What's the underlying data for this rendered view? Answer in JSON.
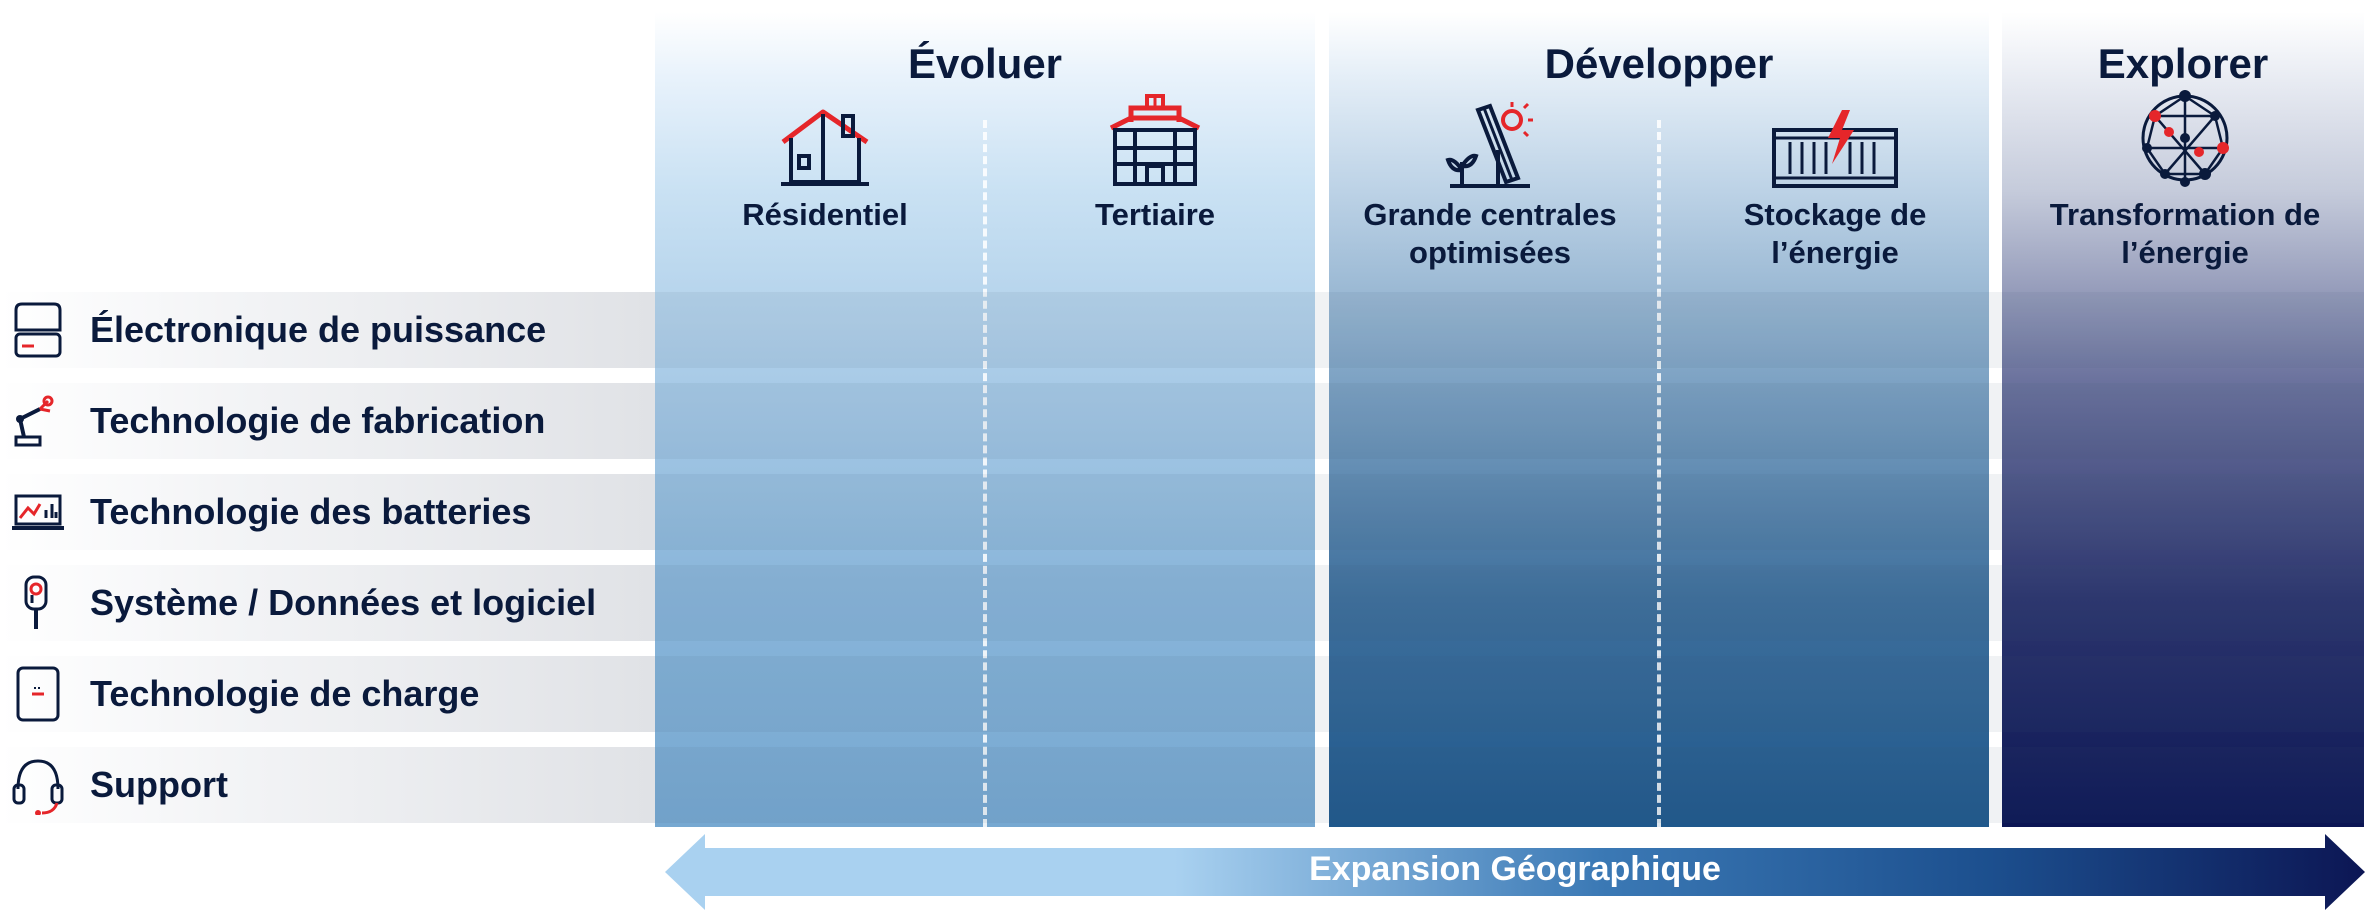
{
  "groups": [
    {
      "title": "Évoluer"
    },
    {
      "title": "Développer"
    },
    {
      "title": "Explorer"
    }
  ],
  "segments": {
    "residentiel": {
      "label": "Résidentiel",
      "icon": "house-icon"
    },
    "tertiaire": {
      "label": "Tertiaire",
      "icon": "office-building-icon"
    },
    "grandes_centrales": {
      "line1": "Grande centrales",
      "line2": "optimisées",
      "icon": "solar-panel-icon"
    },
    "stockage": {
      "line1": "Stockage de",
      "line2": "l’énergie",
      "icon": "battery-container-icon"
    },
    "transformation": {
      "line1": "Transformation de",
      "line2": "l’énergie",
      "icon": "network-globe-icon"
    }
  },
  "rows": [
    {
      "label": "Électronique de puissance",
      "icon": "power-module-icon"
    },
    {
      "label": "Technologie de fabrication",
      "icon": "robot-arm-icon"
    },
    {
      "label": "Technologie des batteries",
      "icon": "laptop-chart-icon"
    },
    {
      "label": "Système / Données et logiciel",
      "icon": "sensor-probe-icon"
    },
    {
      "label": "Technologie de charge",
      "icon": "charger-icon"
    },
    {
      "label": "Support",
      "icon": "headset-icon"
    }
  ],
  "arrow": {
    "label": "Expansion Géographique"
  },
  "colors": {
    "accent_red": "#e5262a",
    "navy": "#0a1a3c",
    "light_blue": "#a9d1f0",
    "dark_navy": "#0c1654"
  }
}
